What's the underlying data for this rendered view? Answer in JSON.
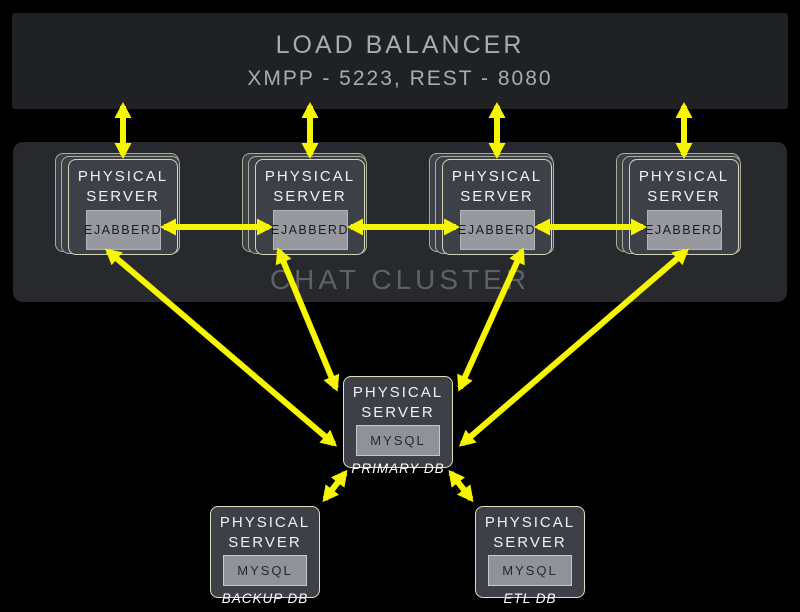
{
  "load_balancer": {
    "title": "LOAD BALANCER",
    "ports": "XMPP - 5223, REST - 8080"
  },
  "chat_cluster": {
    "label": "CHAT CLUSTER",
    "servers": [
      {
        "type": "PHYSICAL SERVER",
        "service": "EJABBERD"
      },
      {
        "type": "PHYSICAL SERVER",
        "service": "EJABBERD"
      },
      {
        "type": "PHYSICAL SERVER",
        "service": "EJABBERD"
      },
      {
        "type": "PHYSICAL SERVER",
        "service": "EJABBERD"
      }
    ]
  },
  "databases": [
    {
      "type": "PHYSICAL SERVER",
      "service": "MYSQL",
      "role": "PRIMARY DB"
    },
    {
      "type": "PHYSICAL SERVER",
      "service": "MYSQL",
      "role": "BACKUP DB"
    },
    {
      "type": "PHYSICAL SERVER",
      "service": "MYSQL",
      "role": "ETL DB"
    }
  ],
  "connections": [
    {
      "from": "load-balancer",
      "to": "chat-server-1",
      "bidirectional": true
    },
    {
      "from": "load-balancer",
      "to": "chat-server-2",
      "bidirectional": true
    },
    {
      "from": "load-balancer",
      "to": "chat-server-3",
      "bidirectional": true
    },
    {
      "from": "load-balancer",
      "to": "chat-server-4",
      "bidirectional": true
    },
    {
      "from": "chat-server-1",
      "to": "chat-server-2",
      "bidirectional": true
    },
    {
      "from": "chat-server-2",
      "to": "chat-server-3",
      "bidirectional": true
    },
    {
      "from": "chat-server-3",
      "to": "chat-server-4",
      "bidirectional": true
    },
    {
      "from": "chat-server-1",
      "to": "primary-db",
      "bidirectional": true
    },
    {
      "from": "chat-server-2",
      "to": "primary-db",
      "bidirectional": true
    },
    {
      "from": "chat-server-3",
      "to": "primary-db",
      "bidirectional": true
    },
    {
      "from": "chat-server-4",
      "to": "primary-db",
      "bidirectional": true
    },
    {
      "from": "primary-db",
      "to": "backup-db",
      "bidirectional": true
    },
    {
      "from": "primary-db",
      "to": "etl-db",
      "bidirectional": true
    }
  ],
  "colors": {
    "background": "#000000",
    "arrow": "#f6f600",
    "node_fill": "#3d4046",
    "node_border": "#d6d8bc",
    "ejabberd_fill": "#97999e",
    "mysql_fill": "#8f9297",
    "cluster_band_fill": "#28292d",
    "load_balancer_fill": "#202125",
    "load_balancer_text": "#a8abb0",
    "cluster_label_text": "#5e6267"
  }
}
